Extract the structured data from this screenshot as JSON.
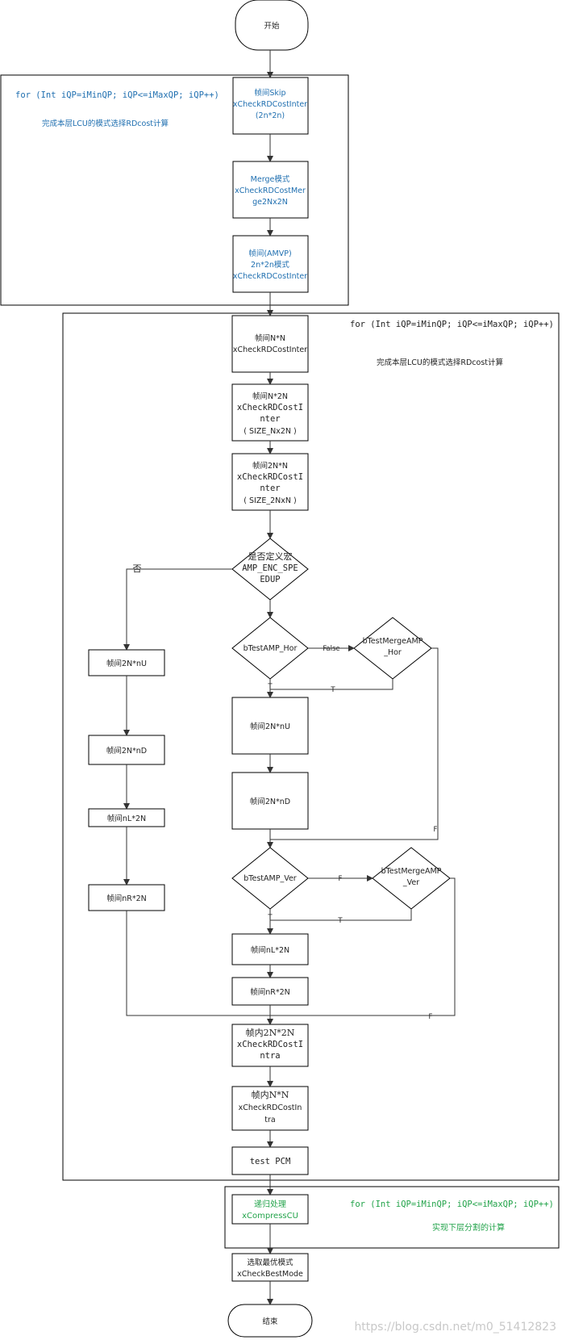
{
  "start": "开始",
  "end": "结束",
  "loop1": {
    "header": "for (Int iQP=iMinQP; iQP<=iMaxQP; iQP++)",
    "note": "完成本层LCU的模式选择RDcost计算",
    "skip": [
      "帧间Skip",
      "xCheckRDCostInter",
      "(2n*2n)"
    ],
    "merge": [
      "Merge模式",
      "xCheckRDCostMer",
      "ge2Nx2N"
    ],
    "amvp": [
      "帧间(AMVP)",
      "2n*2n模式",
      "xCheckRDCostInter"
    ]
  },
  "loop2": {
    "header": "for (Int iQP=iMinQP; iQP<=iMaxQP; iQP++)",
    "note": "完成本层LCU的模式选择RDcost计算",
    "nn": [
      "帧间N*N",
      "xCheckRDCostInter"
    ],
    "n2n": [
      "帧间N*2N",
      "xCheckRDCostI",
      "nter",
      "( SIZE_Nx2N )"
    ],
    "twonn": [
      "帧间2N*N",
      "xCheckRDCostI",
      "nter",
      "( SIZE_2NxN )"
    ],
    "amp_q": [
      "是否定义宏",
      "AMP_ENC_SPE",
      "EDUP"
    ],
    "no": "否",
    "left": [
      "帧间2N*nU",
      "帧间2N*nD",
      "帧间nL*2N",
      "帧间nR*2N"
    ],
    "hor_q": "bTestAMP_Hor",
    "hor_merge_q": [
      "bTestMergeAMP",
      "_Hor"
    ],
    "ver_q": "bTestAMP_Ver",
    "ver_merge_q": [
      "bTestMergeAMP",
      "_Ver"
    ],
    "false_label": "False",
    "f_label": "F",
    "t_label": "T",
    "hor_boxes": [
      "帧间2N*nU",
      "帧间2N*nD"
    ],
    "ver_boxes": [
      "帧间nL*2N",
      "帧间nR*2N"
    ],
    "intra2n": [
      "帧内2N*2N",
      "xCheckRDCostI",
      "ntra"
    ],
    "intrann": [
      "帧内N*N",
      "xCheckRDCostIn",
      "tra"
    ],
    "pcm": "test PCM"
  },
  "loop3": {
    "header": "for (Int iQP=iMinQP; iQP<=iMaxQP; iQP++)",
    "note": "实现下层分割的计算",
    "recur": [
      "递归处理",
      "xCompressCU"
    ]
  },
  "best": [
    "选取最优模式",
    "xCheckBestMode"
  ],
  "watermark": "https://blog.csdn.net/m0_51412823"
}
